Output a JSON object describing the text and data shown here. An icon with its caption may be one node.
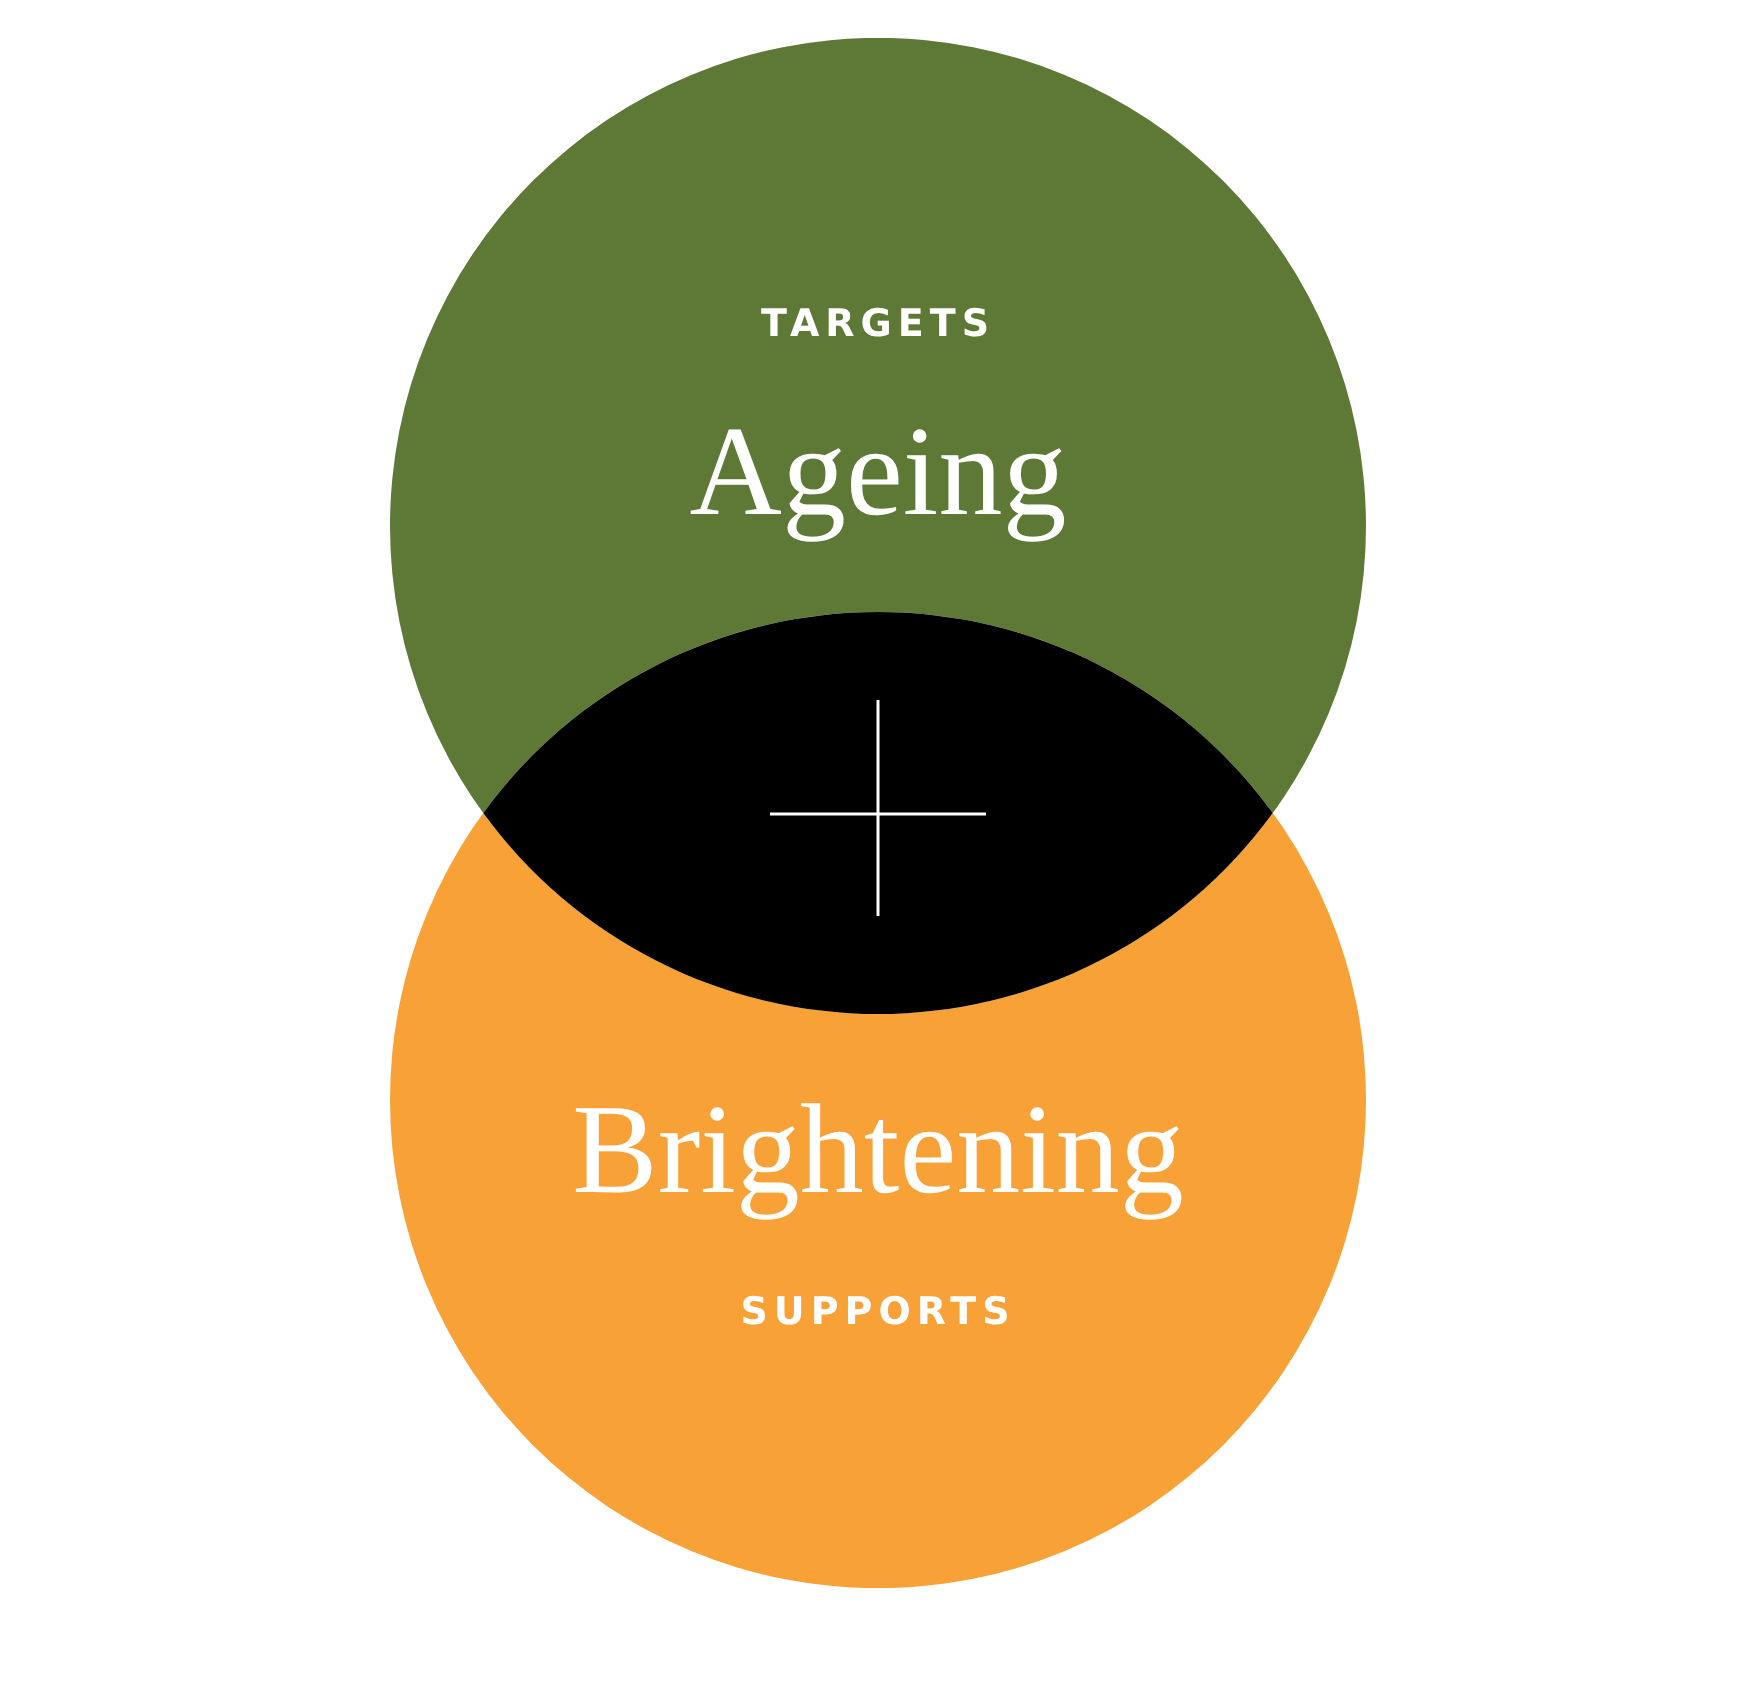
{
  "diagram": {
    "nodes": [
      {
        "text": [
          "TARGETS",
          "Ageing"
        ]
      },
      {
        "text": [
          "Brightening",
          "SUPPORTS"
        ]
      }
    ]
  }
}
